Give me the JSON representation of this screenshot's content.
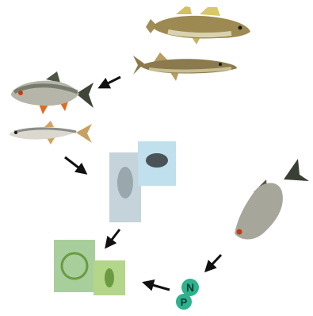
{
  "diagram": {
    "nodes": [
      {
        "id": "zander",
        "kind": "predatory-fish",
        "icon": "zander-fish-icon",
        "colors": {
          "body": "#9c8a52",
          "fin": "#d3bf64",
          "belly": "#e9e3c7"
        }
      },
      {
        "id": "pike",
        "kind": "predatory-fish",
        "icon": "pike-fish-icon",
        "colors": {
          "body": "#8a7a4e",
          "belly": "#d8cfa5",
          "fin": "#b79d62"
        }
      },
      {
        "id": "roach",
        "kind": "planktivorous-fish",
        "icon": "roach-fish-icon",
        "colors": {
          "body": "#b5b5aa",
          "back": "#4e5544",
          "fin": "#e36b1f"
        }
      },
      {
        "id": "smelt",
        "kind": "planktivorous-fish",
        "icon": "smelt-fish-icon",
        "colors": {
          "body": "#dad8cf",
          "back": "#8b8b87",
          "fin": "#d2a35d"
        }
      },
      {
        "id": "zooplankton",
        "kind": "zooplankton",
        "icon": "zooplankton-icon",
        "colors": {
          "panel": "#c5d3db",
          "panel2": "#bfe0ec"
        }
      },
      {
        "id": "phytoplankton",
        "kind": "phytoplankton",
        "icon": "algae-icon",
        "colors": {
          "panel": "#a8cf9b",
          "cell": "#6a9b42"
        }
      },
      {
        "id": "roach-right",
        "kind": "planktivorous-fish",
        "icon": "roach-fish-icon",
        "colors": {
          "body": "#a6a69b",
          "back": "#505742",
          "fin": "#e06a20"
        }
      },
      {
        "id": "nutrients",
        "kind": "nutrients",
        "icon": "nutrient-bubbles-icon",
        "labels": [
          "N",
          "P"
        ],
        "colors": {
          "bubble": "#2db28f",
          "text": "#0e3b2f"
        }
      }
    ],
    "arrows": [
      {
        "from": "predators",
        "to": "planktivores"
      },
      {
        "from": "planktivores",
        "to": "zooplankton"
      },
      {
        "from": "zooplankton",
        "to": "phytoplankton"
      },
      {
        "from": "roach-right",
        "to": "nutrients"
      },
      {
        "from": "nutrients",
        "to": "phytoplankton"
      }
    ],
    "arrow_color": "#111111"
  }
}
